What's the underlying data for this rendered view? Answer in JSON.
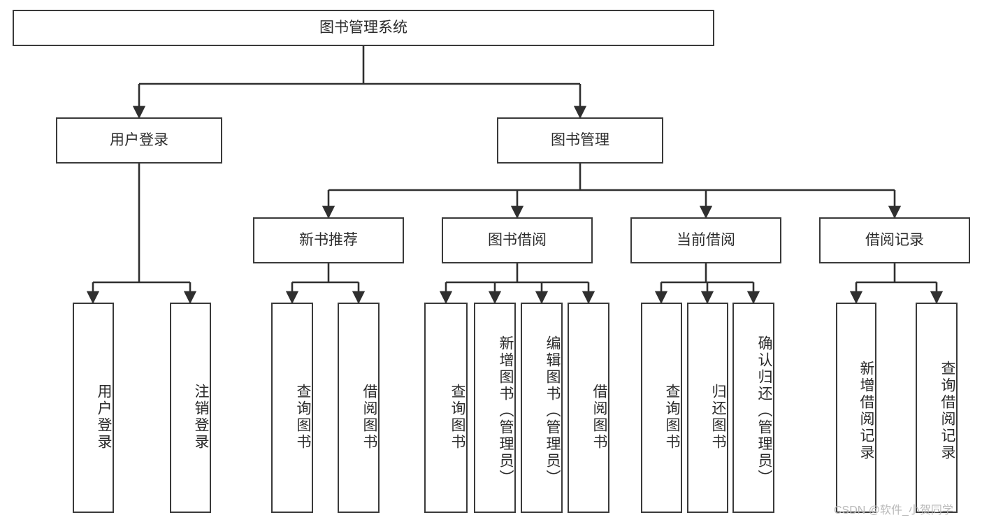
{
  "diagram": {
    "title": "图书管理系统",
    "type": "hierarchy-tree",
    "colors": {
      "background": "#ffffff",
      "node_border": "#3a3a3a",
      "node_fill": "#ffffff",
      "connector": "#2f2f2f",
      "text": "#2b2b2b",
      "watermark": "#b9b9b9"
    },
    "levels": {
      "root": {
        "label": "图书管理系统"
      },
      "level2": [
        {
          "id": "user-login",
          "label": "用户登录"
        },
        {
          "id": "book-management",
          "label": "图书管理"
        }
      ],
      "level3": [
        {
          "id": "new-book-recommend",
          "label": "新书推荐"
        },
        {
          "id": "book-borrow",
          "label": "图书借阅"
        },
        {
          "id": "current-borrow",
          "label": "当前借阅"
        },
        {
          "id": "borrow-record",
          "label": "借阅记录"
        }
      ],
      "leaves": {
        "user-login": [
          {
            "id": "leaf-user-login",
            "label": "用户登录"
          },
          {
            "id": "leaf-logout-login",
            "label": "注销登录"
          }
        ],
        "new-book-recommend": [
          {
            "id": "leaf-query-book-1",
            "label": "查询图书"
          },
          {
            "id": "leaf-borrow-book-1",
            "label": "借阅图书"
          }
        ],
        "book-borrow": [
          {
            "id": "leaf-query-book-2",
            "label": "查询图书"
          },
          {
            "id": "leaf-add-book",
            "label": "新增图书（管理员）"
          },
          {
            "id": "leaf-edit-book",
            "label": "编辑图书（管理员）"
          },
          {
            "id": "leaf-borrow-book-2",
            "label": "借阅图书"
          }
        ],
        "current-borrow": [
          {
            "id": "leaf-query-book-3",
            "label": "查询图书"
          },
          {
            "id": "leaf-return-book",
            "label": "归还图书"
          },
          {
            "id": "leaf-confirm-return",
            "label": "确认归还（管理员）"
          }
        ],
        "borrow-record": [
          {
            "id": "leaf-add-record",
            "label": "新增借阅记录"
          },
          {
            "id": "leaf-query-record",
            "label": "查询借阅记录"
          }
        ]
      }
    }
  },
  "watermark": {
    "text": "CSDN @软件_小贺同学"
  }
}
